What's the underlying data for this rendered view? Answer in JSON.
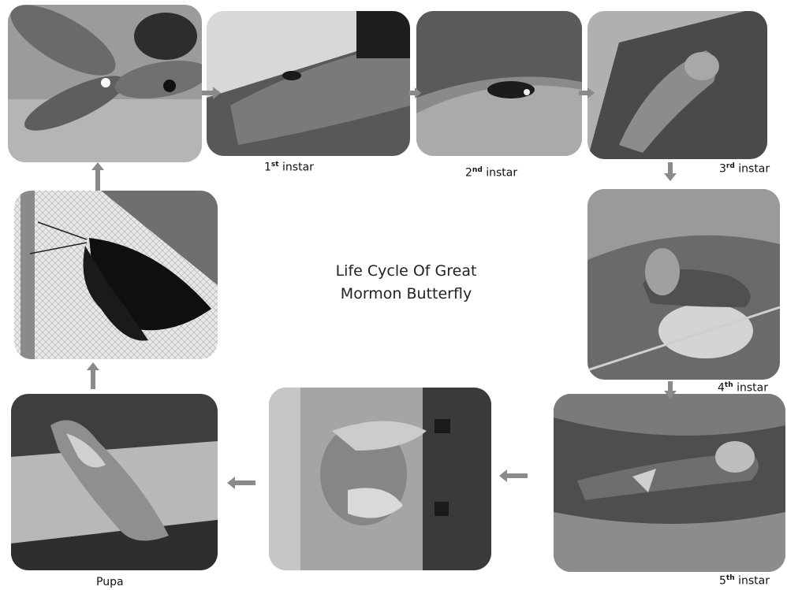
{
  "title": {
    "line1": "Life Cycle Of  Great",
    "line2": "Mormon  Butterfly"
  },
  "stages": [
    {
      "id": "egg",
      "label_main": "",
      "label_sup": ""
    },
    {
      "id": "instar1",
      "label_main": "1",
      "label_sup": "st",
      "label_suffix": " instar"
    },
    {
      "id": "instar2",
      "label_main": "2",
      "label_sup": "nd",
      "label_suffix": " instar"
    },
    {
      "id": "instar3",
      "label_main": "3",
      "label_sup": "rd",
      "label_suffix": "  instar"
    },
    {
      "id": "instar4",
      "label_main": "4",
      "label_sup": "th",
      "label_suffix": "   instar"
    },
    {
      "id": "instar5",
      "label_main": "5",
      "label_sup": "th",
      "label_suffix": "  instar"
    },
    {
      "id": "prepupa",
      "label_main": ""
    },
    {
      "id": "pupa",
      "label_main": "Pupa"
    },
    {
      "id": "adult",
      "label_main": ""
    }
  ],
  "colors": {
    "arrow": "#8a8a8a",
    "background": "#ffffff"
  }
}
